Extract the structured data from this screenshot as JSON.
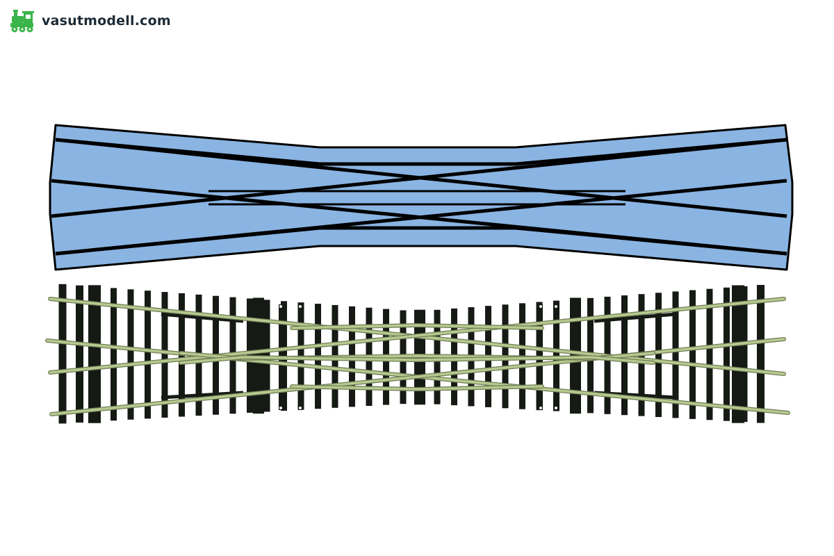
{
  "brand": {
    "name": "vasutmodell.com",
    "icon": "locomotive-icon"
  },
  "colors": {
    "plan_fill": "#8ab4e2",
    "plan_stroke": "#000000",
    "sleeper": "#161a14",
    "rail": "#b7c98f",
    "rail_edge": "#6f7d56",
    "brand_green": "#3bb44a",
    "brand_text": "#1c2b36"
  },
  "figures": {
    "plan": {
      "name": "double-slip-crossover-plan",
      "type": "track outline"
    },
    "track": {
      "name": "double-slip-crossover-track",
      "type": "track piece"
    }
  }
}
